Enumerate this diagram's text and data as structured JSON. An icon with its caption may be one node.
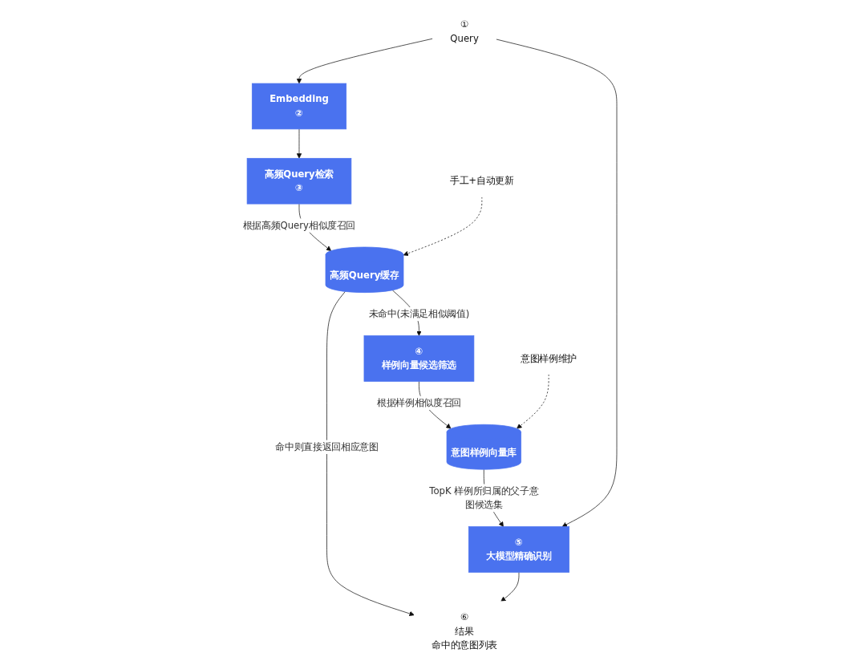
{
  "diagram": {
    "nodes": [
      {
        "text": [
          "①",
          "Query"
        ]
      },
      {
        "text": [
          "Embedding",
          "②"
        ]
      },
      {
        "text": [
          "高频Query检索",
          "③"
        ]
      },
      {
        "text": [
          "高频Query缓存"
        ]
      },
      {
        "text": [
          "手工+自动更新"
        ]
      },
      {
        "text": [
          "④",
          "样例向量候选筛选"
        ]
      },
      {
        "text": [
          "意图样例向量库"
        ]
      },
      {
        "text": [
          "意图样例维护"
        ]
      },
      {
        "text": [
          "⑤",
          "大模型精确识别"
        ]
      },
      {
        "text": [
          "⑥",
          "结果",
          "命中的意图列表"
        ]
      }
    ],
    "edges": [
      {
        "from": 0,
        "to": 1,
        "arrow": "to"
      },
      {
        "from": 1,
        "to": 2,
        "arrow": "to"
      },
      {
        "from": 2,
        "to": 3,
        "arrow": "to",
        "label": "根据高频Query相似度召回"
      },
      {
        "from": 4,
        "to": 3,
        "arrow": "to",
        "style": "dashed"
      },
      {
        "from": 3,
        "to": 5,
        "arrow": "to",
        "label": "未命中(未满足相似阈值)"
      },
      {
        "from": 5,
        "to": 6,
        "arrow": "to",
        "label": "根据样例相似度召回"
      },
      {
        "from": 7,
        "to": 6,
        "arrow": "to",
        "style": "dashed"
      },
      {
        "from": 6,
        "to": 8,
        "arrow": "to",
        "label": "TopK 样例所归属的父子意图候选集"
      },
      {
        "from": 0,
        "to": 8,
        "arrow": "to"
      },
      {
        "from": 3,
        "to": 9,
        "arrow": "to",
        "label": "命中则直接返回相应意图"
      },
      {
        "from": 8,
        "to": 9,
        "arrow": "to"
      }
    ]
  }
}
